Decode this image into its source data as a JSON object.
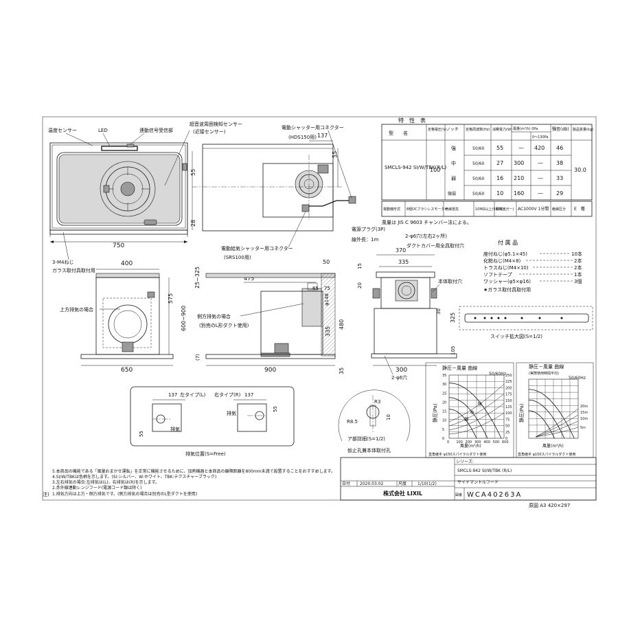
{
  "sheet": {
    "paper_size": "原図 A3 420×297"
  },
  "front_view": {
    "labels": {
      "temp_sensor": "温度センサー",
      "led": "LED",
      "remote_receiver": "連動信号受信部",
      "ultrasonic_sensor": "超音波周囲検知センサー",
      "proximity_sensor": "(近接センサー)",
      "screw_note": "3-M4ねじ",
      "glass_note": "ガラス取付具取付用"
    },
    "dims": {
      "width": "750",
      "right_height": "55",
      "right_bottom": "28"
    }
  },
  "rear_view": {
    "labels": {
      "shutter_connector": "電動シャッター用コネクター",
      "hds150": "(HDS150用)",
      "exhaust_connector": "電動給気シャッター用コネクター",
      "srs100": "(SRS100用)",
      "power_plug": "電源プラグ(3P)",
      "cord_length": "線外長：1m"
    },
    "dims": {
      "d137": "137",
      "d55": "55"
    }
  },
  "spec_table": {
    "title": "特　性　表",
    "headers": [
      "型　　名",
      "定格電圧(V)",
      "ノッチ",
      "定格周波数(Hz)",
      "消費電力(W)",
      "風量(m³/h) 0Pa",
      "0〜130Pa",
      "騒音(dB)",
      "製品質量(kg)"
    ],
    "model": "SMCLS-942 SI/W/TBK(R/L)",
    "voltage": "100",
    "weight": "30.0",
    "rows": [
      {
        "notch": "強",
        "hz": "50/60",
        "power": "55",
        "air0": "—",
        "air130": "420",
        "noise": "46"
      },
      {
        "notch": "中",
        "hz": "50/60",
        "power": "27",
        "air0": "300",
        "air130": "—",
        "noise": "38"
      },
      {
        "notch": "弱",
        "hz": "50/60",
        "power": "16",
        "air0": "210",
        "air130": "—",
        "noise": "33"
      },
      {
        "notch": "微弱",
        "hz": "50/60",
        "power": "10",
        "air0": "160",
        "air130": "—",
        "noise": "29"
      }
    ],
    "footer": {
      "motor_label": "電動機形式",
      "motor": "8極DCブラシレスモーター",
      "insulation_label": "絶縁抵抗",
      "insulation": "10MΩ以上(500Vメガー)",
      "withstand_label": "耐電圧",
      "withstand": "AC1000V 1分間",
      "class_label": "絶縁区分",
      "class": "E　種"
    },
    "note": "風量は JIS C 9603 チャンバー法による。"
  },
  "accessories": {
    "title": "付 属 品",
    "items": [
      {
        "name": "座付ねじ(φ5.1×45)",
        "qty": "10本"
      },
      {
        "name": "化粧ねじ(M4×8)",
        "qty": "2本"
      },
      {
        "name": "トラスねじ(M4×10)",
        "qty": "2本"
      },
      {
        "name": "ソフトテープ",
        "qty": "1本"
      },
      {
        "name": "ワッシャー(φ5×φ16)",
        "qty": "3個"
      }
    ],
    "note": "★ガラス取付具取付用"
  },
  "switch_panel": {
    "caption": "スイッチ拡大図(S=1/2)"
  },
  "side_view_left": {
    "labels": {
      "top_exhaust": "上方排気の場合"
    },
    "dims": {
      "top": "400",
      "height": "575",
      "range": "600~900",
      "gap": "25~325",
      "bottom": "(7)",
      "width": "650"
    }
  },
  "side_view_mid": {
    "labels": {
      "side_exhaust": "側方排気の場合",
      "side_exhaust_note": "(別売のL形ダクト使用)"
    },
    "dims": {
      "d475": "475",
      "d50": "50",
      "d65": "65",
      "d75": "75",
      "d148": "φ148",
      "d335": "335",
      "d480": "480",
      "d900": "900",
      "d35": "35"
    }
  },
  "side_view_right": {
    "labels": {
      "holes": "2-φ6穴(左右2ヶ所)",
      "duct_hole": "ダクトカバー用全具取付穴",
      "body_hole": "本体取付穴",
      "bottom_holes": "2-φ6穴"
    },
    "dims": {
      "d370": "370",
      "d335": "335",
      "d15": "15",
      "d20": "20",
      "d30": "30",
      "d325": "325",
      "d105": "105",
      "d300": "300"
    }
  },
  "exhaust_position": {
    "left_label": "左タイプ(L)",
    "right_label": "右タイプ(R)",
    "d137": "137",
    "d55": "55",
    "exhaust": "排気",
    "caption": "排気位置(S=Free)"
  },
  "detail_a": {
    "r3": "R3",
    "r85": "R8.5",
    "d10": "10",
    "caption": "ア部詳細(S=1/2)",
    "caption2": "仮止孔兼本体取付孔"
  },
  "graph1": {
    "title": "静圧－風量 曲線",
    "subtitle": "50/60Hz",
    "ylabel": "静圧(Pa)",
    "xlabel": "風量(m³/h)",
    "yticks": [
      "0",
      "25",
      "50",
      "75",
      "100",
      "125",
      "150",
      "175",
      "200",
      "225",
      "250"
    ],
    "yticks2": [
      "0",
      "5",
      "10",
      "15",
      "20",
      "25",
      "30",
      "35"
    ],
    "xticks": [
      "0",
      "100",
      "200",
      "300",
      "400",
      "500",
      "600"
    ],
    "curves": [
      "強",
      "中",
      "弱"
    ],
    "note": "直角継手 φ150スパイラルダクト使用"
  },
  "graph2": {
    "title": "静圧－風量 曲線",
    "subtitle": "(実際使用時間平均)",
    "subtitle2": "50/60Hz",
    "ylabel": "静圧(Pa)",
    "xlabel": "風量(m³/h)",
    "lengths": [
      "20m",
      "15m",
      "10m",
      "5m"
    ],
    "note": "直角継手 φ150スパイラルダクト使用"
  },
  "notes": {
    "prefix": "注)",
    "lines": [
      "5.本商品の機能である「風量おまかせ運転」を正常に機能させるために、加熱機器と本商品の離隔距離を800mm未満で設置することをおすすめします。",
      "4.SI/W/TBKは色柄を示します。(SI:シルバー、W:ホワイト、TBK:テクスチャーブラック)",
      "3.左右排気の場合:左排気は(L)、右排気は(R)を示します。",
      "2.赤外線連動レンジフード(電源コード類は除く)",
      "1.排気方向は上方・側方排気です。(側方排気の場合は別売のL型ダクトを使用)"
    ]
  },
  "title_block": {
    "series_label": "シリーズ:",
    "model": "SMCLS-942 SI/W/TBK (R/L)",
    "name": "サイドマントルフード",
    "date_label": "日付",
    "date": "2020.03.02",
    "scale_label": "尺度",
    "scale": "1/10(1/2)",
    "company": "株式会社 LIXIL",
    "drawing_label": "図番",
    "drawing_no": "WCA40263A"
  }
}
